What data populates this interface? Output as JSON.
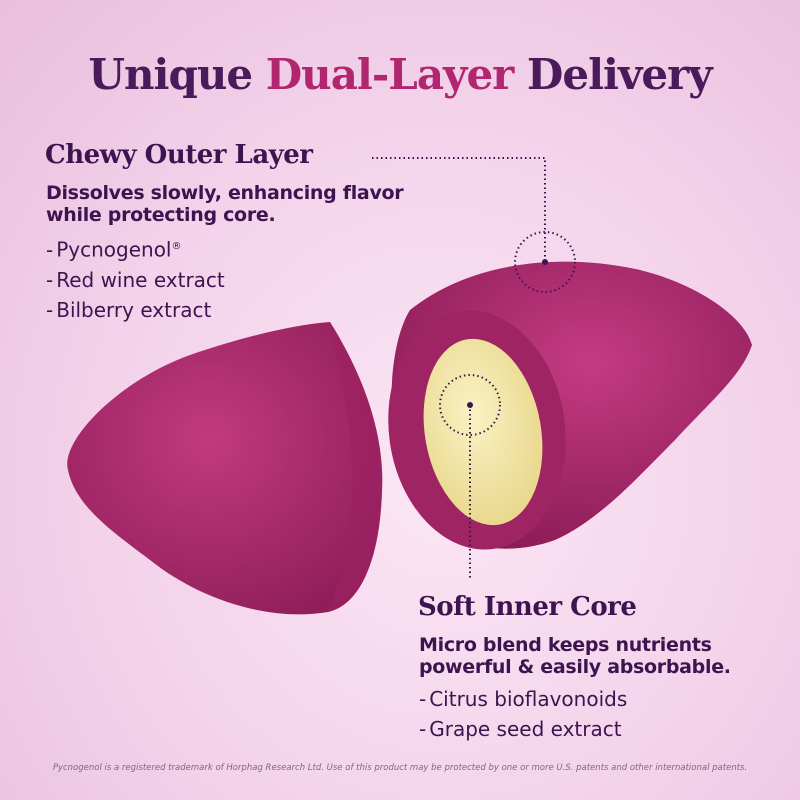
{
  "title": {
    "part1": "Unique ",
    "accent": "Dual-Layer",
    "part2": " Delivery"
  },
  "outer_layer": {
    "heading": "Chewy Outer Layer",
    "description_line1": "Dissolves slowly, enhancing flavor",
    "description_line2": "while protecting core.",
    "items": [
      "Pycnogenol",
      "Red wine extract",
      "Bilberry extract"
    ],
    "trademark_symbol": "®"
  },
  "inner_core": {
    "heading": "Soft Inner Core",
    "description_line1": "Micro blend keeps nutrients",
    "description_line2": "powerful & easily absorbable.",
    "items": [
      "Citrus bioflavonoids",
      "Grape seed extract"
    ]
  },
  "footnote": "Pycnogenol is a registered trademark of Horphag Research Ltd. Use of this product may be protected by one or more U.S. patents and other international patents.",
  "colors": {
    "title": "#4a1a5a",
    "accent": "#b0266f",
    "gummy": "#b02a6e",
    "core": "#f4e6a6"
  }
}
